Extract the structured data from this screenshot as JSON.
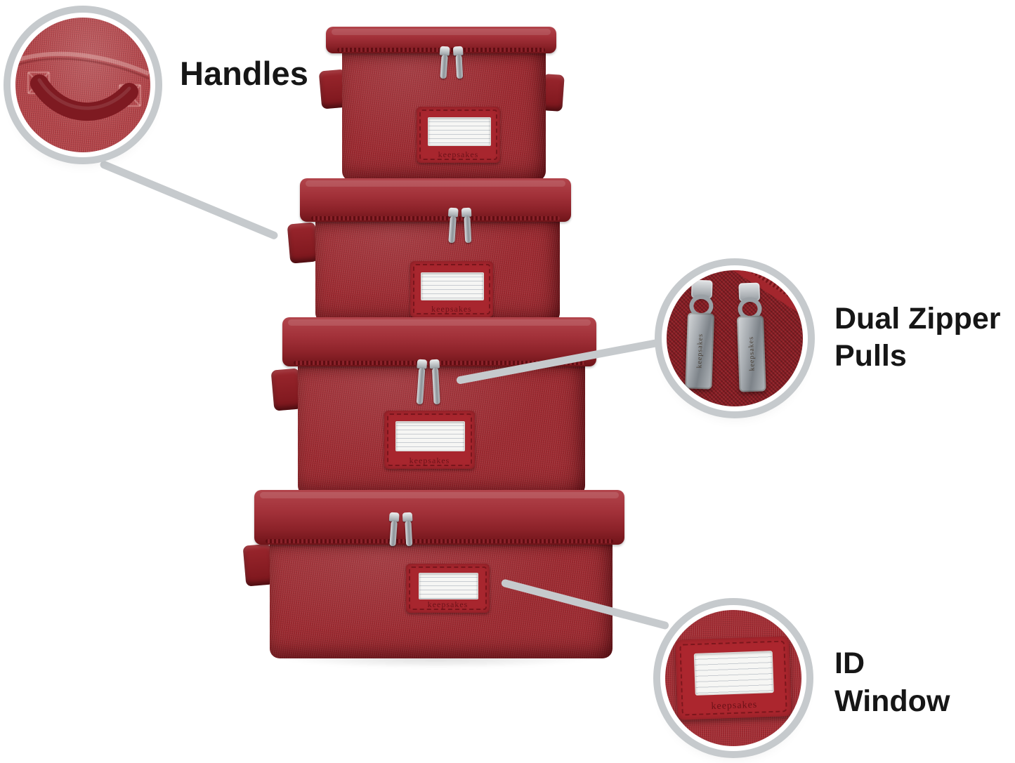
{
  "product": {
    "brand": "keepsakes",
    "box_count": 4
  },
  "callouts": {
    "handles": {
      "lines": [
        "Handles"
      ]
    },
    "dual_zipper": {
      "lines": [
        "Dual Zipper",
        "Pulls"
      ]
    },
    "id_window": {
      "lines": [
        "ID",
        "Window"
      ]
    }
  },
  "colors": {
    "fabric_red": "#9c2930",
    "label_frame_red": "#a8262e",
    "callout_ring_gray": "#c6cacd",
    "leader_line_gray": "#c6cacd",
    "metal_silver": "#b4b9bd",
    "text_black": "#161616",
    "background": "#ffffff"
  }
}
